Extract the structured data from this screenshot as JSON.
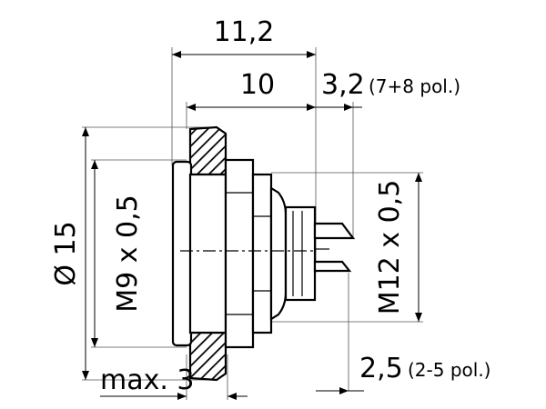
{
  "dimensions": {
    "overall_length": "11,2",
    "body_length": "10",
    "pin_length_a": "3,2",
    "pin_length_a_note": "(7+8 pol.)",
    "pin_length_b": "2,5",
    "pin_length_b_note": "(2-5 pol.)",
    "diameter": "Ø 15",
    "thread_front": "M9 x 0,5",
    "thread_rear": "M12 x 0,5",
    "panel_thickness": "max. 3"
  }
}
